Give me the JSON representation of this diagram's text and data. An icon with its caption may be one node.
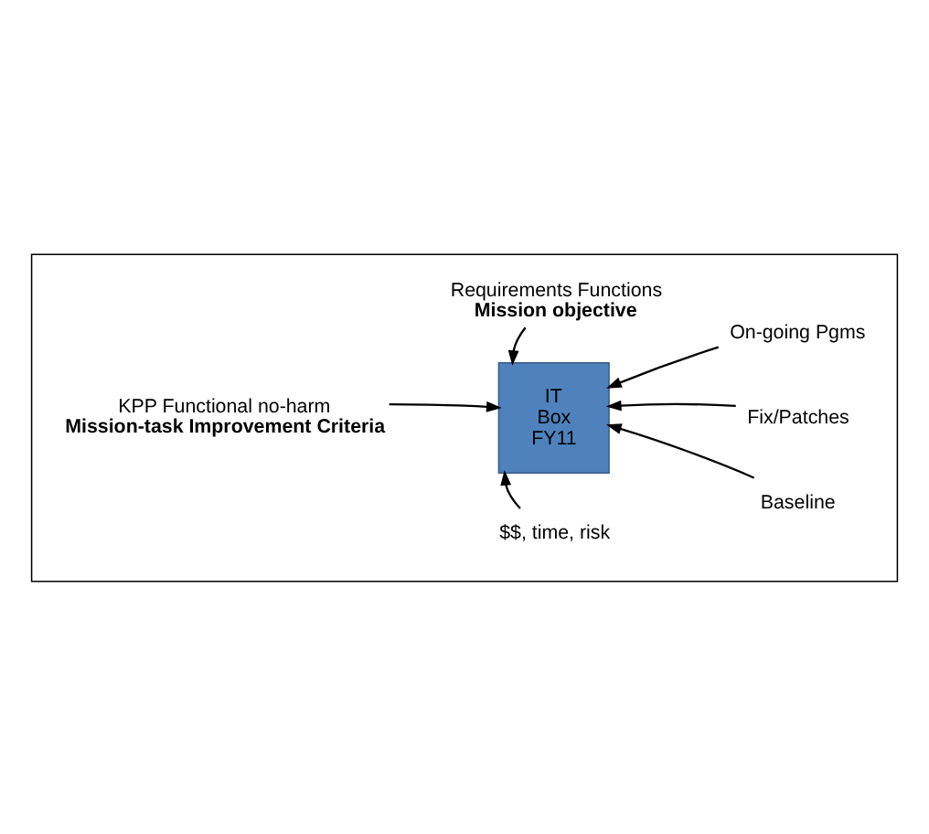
{
  "diagram": {
    "nodes": [
      {
        "text": [],
        "shape": "box"
      },
      {
        "text": [
          "Requirements Functions",
          "Mission objective"
        ],
        "in": 0
      },
      {
        "text": [
          "IT Box FY11"
        ],
        "in": 0
      },
      {
        "text": [
          "On-going Pgms"
        ],
        "in": 0
      },
      {
        "text": [
          "Fix/Patches"
        ],
        "in": 0
      },
      {
        "text": [
          "Baseline"
        ],
        "in": 0
      },
      {
        "text": [
          "KPP Functional no-harm",
          "Mission-task Improvement Criteria"
        ],
        "in": 0
      },
      {
        "text": [
          "$$, time, risk"
        ],
        "in": 0
      }
    ],
    "edges": [
      {
        "from": 1,
        "to": 2,
        "arrow": "to"
      },
      {
        "from": 3,
        "to": 2,
        "arrow": "to"
      },
      {
        "from": 4,
        "to": 2,
        "arrow": "to"
      },
      {
        "from": 5,
        "to": 2,
        "arrow": "to"
      },
      {
        "from": 6,
        "to": 2,
        "arrow": "to"
      },
      {
        "from": 7,
        "to": 2,
        "arrow": "to"
      }
    ]
  }
}
